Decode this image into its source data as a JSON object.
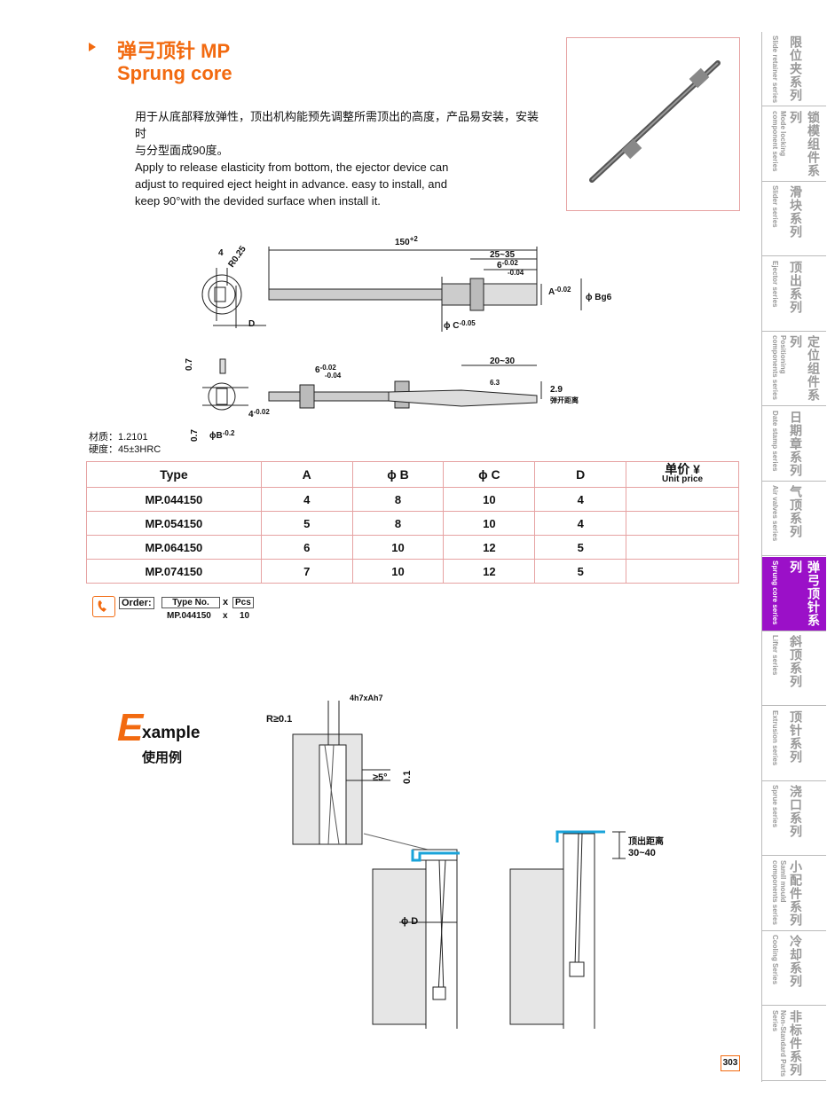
{
  "header": {
    "title_cn": "弹弓顶针 MP",
    "title_en": "Sprung core"
  },
  "description": {
    "cn_line1": "用于从底部释放弹性，顶出机构能预先调整所需顶出的高度，产品易安装，安装时",
    "cn_line2": "与分型面成90度。",
    "en_line1": "Apply to release elasticity from bottom, the ejector device can",
    "en_line2": "adjust to required eject height in advance. easy to install, and",
    "en_line3": "keep 90°with the devided surface when install it."
  },
  "drawing": {
    "top_4": "4",
    "r025": "R0.25",
    "d": "D",
    "len": "150",
    "len_tol": "+2",
    "r25_35": "25~35",
    "six_a": "6",
    "six_a_tol1": "-0.02",
    "six_a_tol2": "-0.04",
    "a": "A",
    "a_tol": "-0.02",
    "bg6": "ϕ Bg6",
    "c": "ϕ C",
    "c_tol": "-0.05",
    "b07a": "0.7",
    "b07b": "0.7",
    "b": "ϕB",
    "b_tol": "-0.2",
    "four": "4",
    "four_tol": "-0.02",
    "six_b": "6",
    "six_b_tol1": "-0.02",
    "six_b_tol2": "-0.04",
    "r20_30": "20~30",
    "r63": "6.3",
    "r29": "2.9",
    "spring_dist": "弹开距离"
  },
  "material": {
    "line1": "材质：1.2101",
    "line2": "硬度：45±3HRC"
  },
  "table": {
    "headers": [
      "Type",
      "A",
      "ϕ B",
      "ϕ C",
      "D"
    ],
    "price_cn": "单价 ¥",
    "price_en": "Unit price",
    "rows": [
      [
        "MP.044150",
        "4",
        "8",
        "10",
        "4"
      ],
      [
        "MP.054150",
        "5",
        "8",
        "10",
        "4"
      ],
      [
        "MP.064150",
        "6",
        "10",
        "12",
        "5"
      ],
      [
        "MP.074150",
        "7",
        "10",
        "12",
        "5"
      ]
    ]
  },
  "order": {
    "label": "Order:",
    "type_no": "Type No.",
    "x": "x",
    "pcs": "Pcs",
    "example_type": "MP.044150",
    "example_x": "x",
    "example_qty": "10"
  },
  "example": {
    "e": "E",
    "rest": "xample",
    "cn": "使用例",
    "fit": "4h7xAh7",
    "r01": "R≥0.1",
    "angle": "≥5°",
    "v01": "0.1",
    "phid": "ϕ D",
    "eject_cn": "顶出距离",
    "eject_range": "30~40"
  },
  "sidebar": [
    {
      "cn": "限位夹系列",
      "en": "Slide retainer series",
      "active": false
    },
    {
      "cn": "锁模组件系列",
      "en": "Mode locking component series",
      "active": false
    },
    {
      "cn": "滑块系列",
      "en": "Slider series",
      "active": false
    },
    {
      "cn": "顶出系列",
      "en": "Ejector series",
      "active": false
    },
    {
      "cn": "定位组件系列",
      "en": "Positioning components series",
      "active": false
    },
    {
      "cn": "日期章系列",
      "en": "Date stamp series",
      "active": false
    },
    {
      "cn": "气顶系列",
      "en": "Air valves series",
      "active": false
    },
    {
      "cn": "弹弓顶针系列",
      "en": "Sprung core series",
      "active": true
    },
    {
      "cn": "斜顶系列",
      "en": "Lifter series",
      "active": false
    },
    {
      "cn": "顶针系列",
      "en": "Extrusion series",
      "active": false
    },
    {
      "cn": "浇口系列",
      "en": "Sprue series",
      "active": false
    },
    {
      "cn": "小配件系列",
      "en": "Samll mould components series",
      "active": false
    },
    {
      "cn": "冷却系列",
      "en": "Cooling Series",
      "active": false
    },
    {
      "cn": "非标件系列",
      "en": "Non-Standard Parts Series",
      "active": false
    }
  ],
  "page_number": "303",
  "colors": {
    "accent": "#f26a10",
    "active_tab": "#9b10c8",
    "table_border": "#e6a2a2"
  }
}
